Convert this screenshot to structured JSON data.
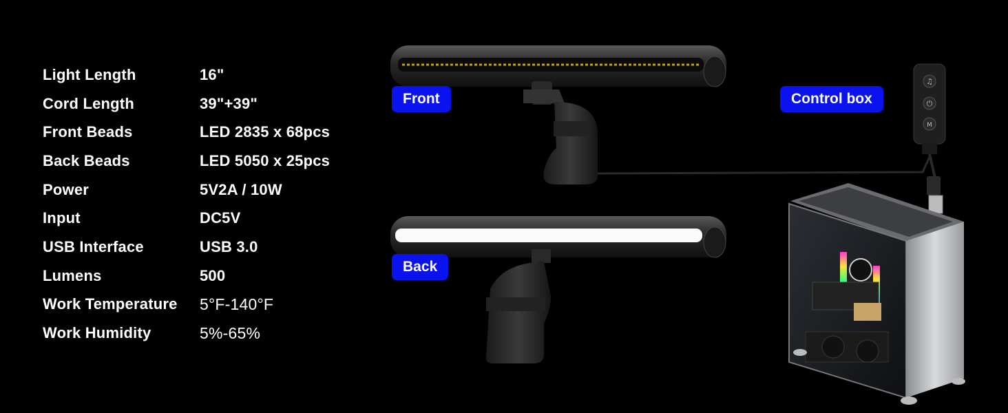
{
  "specs": [
    {
      "label": "Light Length",
      "value": "16\""
    },
    {
      "label": "Cord Length",
      "value": "39\"+39\""
    },
    {
      "label": "Front Beads",
      "value": "LED 2835 x 68pcs"
    },
    {
      "label": "Back Beads",
      "value": "LED 5050 x 25pcs"
    },
    {
      "label": "Power",
      "value": "5V2A / 10W"
    },
    {
      "label": "Input",
      "value": "DC5V"
    },
    {
      "label": "USB Interface",
      "value": "USB 3.0"
    },
    {
      "label": "Lumens",
      "value": "500"
    },
    {
      "label": "Work Temperature",
      "value": "5°F-140°F"
    },
    {
      "label": "Work Humidity",
      "value": "5%-65%"
    }
  ],
  "tags": {
    "front": "Front",
    "back": "Back",
    "control_box": "Control box"
  },
  "control_box_buttons": [
    "♫",
    "⏻",
    "M"
  ],
  "colors": {
    "tag_bg": "#0a12f0",
    "led_amber": "#c9a21a",
    "back_glow": "#ffffff",
    "background": "#000000"
  }
}
